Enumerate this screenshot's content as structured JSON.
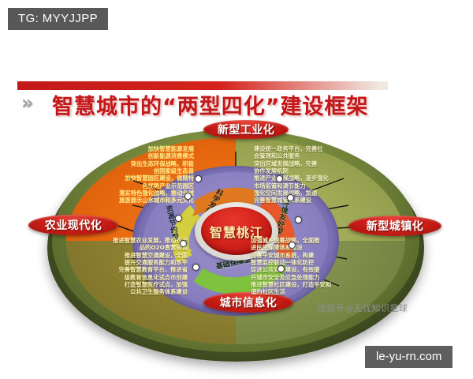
{
  "overlay": {
    "tg_badge": "TG: MYYJJPP",
    "site_badge": "le-yu-rn.com",
    "sohu_watermark": "搜狐号@无忧知识星球"
  },
  "banner": {
    "chevrons": "»",
    "title": "智慧城市的“两型四化”建设框架"
  },
  "core": {
    "label": "智慧桃江"
  },
  "ring_labels": {
    "left": "资源节约型",
    "top": "科学发展型",
    "right": "环境友好型",
    "bottom": "基础保障型"
  },
  "sections": {
    "top": "新型工业化",
    "right": "新型城镇化",
    "bottom": "城市信息化",
    "left": "农业现代化"
  },
  "quadrant_text": {
    "top_left": "加快智慧能源发展\n创新能源消费模式\n突出生态环保战略，积极\n创国家级生态县\n加快智慧园区建设，做精特\n色优势产业示范园区\n落实特色强化战略，推动全域\n旅游展示山水城市和多元文化",
    "top_right": "建设统一政务平台，完善社\n会管理和公共服务\n突出区域发展战略，完善\n协作发展机制\n推进产业发展战略，逐步强化\n市场监管和调节能力\n强化空间发展战略，加速\n完善智慧城管体系建设",
    "bottom_right": "加强城乡统筹战略，全面推\n进民生保障体系建设\n完善平安城市系统，构建\n智慧监控联动一体化防控\n促进公共安全建设，有效提\n升城市安全及应急处理能力\n推进智慧社区建设，打造平安和\n谐的社区生活",
    "bottom_left": "推进智慧农业发展，推动农产\n品的O2O直营销售\n推进智慧交通建设，全面\n提升交通服务能力和水平\n完善智慧教育平台，推进省\n级教育信息化试点市创建\n打造智慧医疗试点，加强\n公共卫生服务体系建设"
  },
  "colors": {
    "banner_red": "#c3171a",
    "core_red": "#d5241c",
    "quad_orange": "#e8690f",
    "quad_olive": "#9aa552",
    "quad_gold": "#8a7d30",
    "quad_green": "#7d8c48",
    "ring_purple": "#8a80c0",
    "disc_green": "#7d9040"
  }
}
